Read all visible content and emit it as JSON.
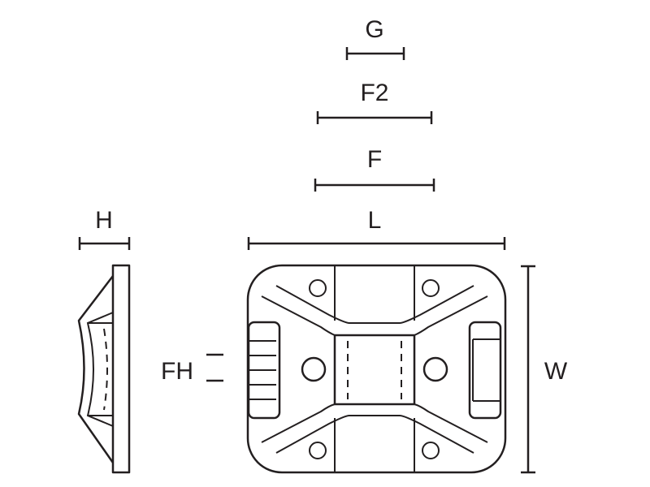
{
  "dimensions": {
    "g": "G",
    "f2": "F2",
    "f": "F",
    "l": "L",
    "h": "H",
    "w": "W",
    "fh": "FH"
  },
  "colors": {
    "line": "#231f20",
    "background": "#ffffff"
  }
}
